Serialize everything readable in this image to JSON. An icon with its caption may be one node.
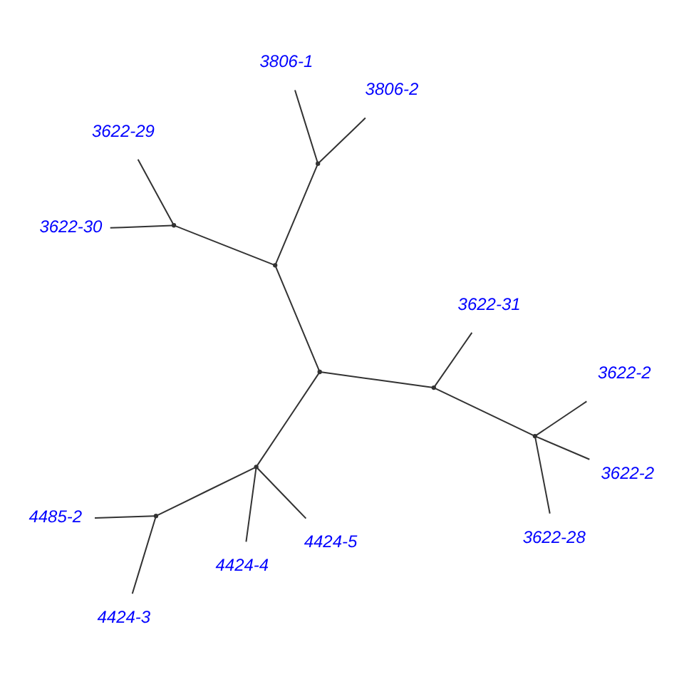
{
  "diagram": {
    "nodes": [
      {
        "text": [
          "3806-1"
        ]
      },
      {
        "text": [
          "3806-2"
        ]
      },
      {
        "text": [
          "3622-30"
        ]
      },
      {
        "text": [
          "3622-29"
        ]
      },
      {
        "text": [
          "3622-31"
        ]
      },
      {
        "text": [
          "3622-28"
        ]
      },
      {
        "text": [
          "3622-2"
        ]
      },
      {
        "text": [
          "3622-2"
        ]
      },
      {
        "text": [
          "4424-4"
        ]
      },
      {
        "text": [
          "4424-5"
        ]
      },
      {
        "text": [
          "4424-3"
        ]
      },
      {
        "text": [
          "4485-2"
        ]
      },
      {
        "text": [],
        "shape": "point"
      },
      {
        "text": [],
        "shape": "point"
      },
      {
        "text": [],
        "shape": "point"
      },
      {
        "text": [],
        "shape": "point"
      },
      {
        "text": [],
        "shape": "point"
      },
      {
        "text": [],
        "shape": "point"
      },
      {
        "text": [],
        "shape": "point"
      },
      {
        "text": [],
        "shape": "point"
      }
    ],
    "edges": [
      {
        "from": 12,
        "to": 13,
        "arrow": "none"
      },
      {
        "from": 12,
        "to": 14,
        "arrow": "none"
      },
      {
        "from": 12,
        "to": 16,
        "arrow": "none"
      },
      {
        "from": 13,
        "to": 17,
        "arrow": "none"
      },
      {
        "from": 13,
        "to": 18,
        "arrow": "none"
      },
      {
        "from": 17,
        "to": 0,
        "arrow": "none"
      },
      {
        "from": 17,
        "to": 1,
        "arrow": "none"
      },
      {
        "from": 18,
        "to": 2,
        "arrow": "none"
      },
      {
        "from": 18,
        "to": 3,
        "arrow": "none"
      },
      {
        "from": 14,
        "to": 4,
        "arrow": "none"
      },
      {
        "from": 14,
        "to": 15,
        "arrow": "none"
      },
      {
        "from": 15,
        "to": 5,
        "arrow": "none"
      },
      {
        "from": 15,
        "to": 6,
        "arrow": "none"
      },
      {
        "from": 15,
        "to": 7,
        "arrow": "none"
      },
      {
        "from": 16,
        "to": 9,
        "arrow": "none"
      },
      {
        "from": 16,
        "to": 8,
        "arrow": "none"
      },
      {
        "from": 16,
        "to": 19,
        "arrow": "none"
      },
      {
        "from": 19,
        "to": 10,
        "arrow": "none"
      },
      {
        "from": 19,
        "to": 11,
        "arrow": "none"
      }
    ]
  }
}
